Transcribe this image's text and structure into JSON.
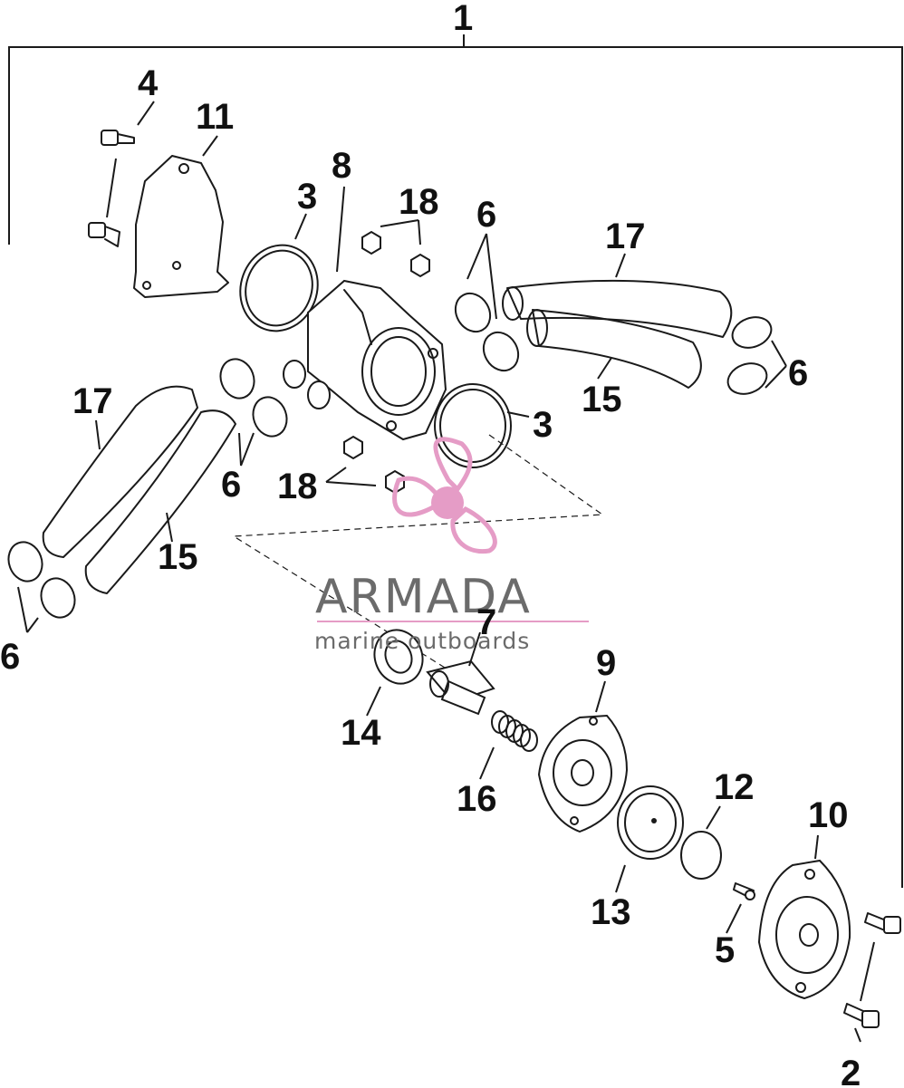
{
  "callouts": {
    "c1": "1",
    "c2": "2",
    "c3a": "3",
    "c3b": "3",
    "c4": "4",
    "c5": "5",
    "c6a": "6",
    "c6b": "6",
    "c6c": "6",
    "c6d": "6",
    "c7": "7",
    "c8": "8",
    "c9": "9",
    "c10": "10",
    "c11": "11",
    "c12": "12",
    "c13": "13",
    "c14": "14",
    "c15a": "15",
    "c15b": "15",
    "c16": "16",
    "c17a": "17",
    "c17b": "17",
    "c18a": "18",
    "c18b": "18"
  },
  "watermark": {
    "brand": "ARMADA",
    "tagline": "marine outboards",
    "colors": {
      "pink": "#e59cc6",
      "gray": "#6b6b6b"
    },
    "icon": "propeller-logo"
  },
  "colors": {
    "ink": "#1a1a1a",
    "background": "#ffffff"
  }
}
